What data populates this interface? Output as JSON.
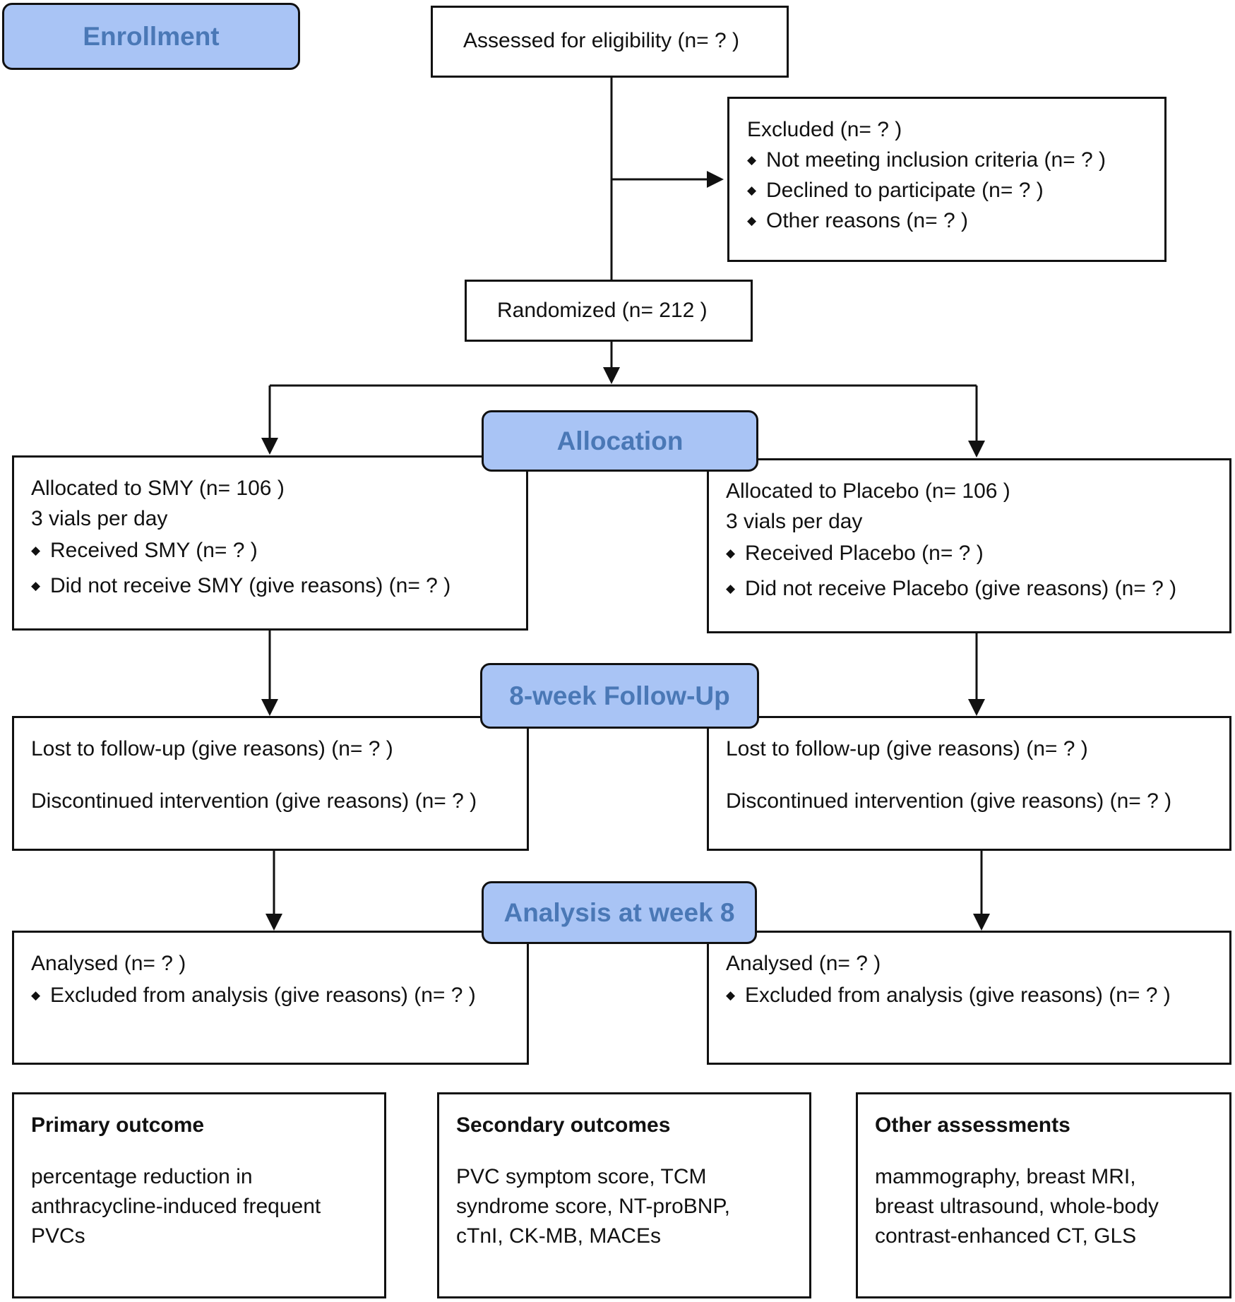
{
  "stages": {
    "enrollment": "Enrollment",
    "allocation": "Allocation",
    "followup": "8-week Follow-Up",
    "analysis": "Analysis at week 8"
  },
  "assessed": "Assessed for eligibility (n= ? )",
  "excluded": {
    "title": "Excluded (n= ? )",
    "items": [
      "Not meeting inclusion criteria (n= ? )",
      "Declined to participate (n= ? )",
      "Other reasons (n= ? )"
    ]
  },
  "randomized": "Randomized (n= 212 )",
  "bullet": "◆",
  "smy": {
    "allocated": "Allocated to SMY (n= 106 )",
    "dose": "3 vials per day",
    "received": "Received SMY (n= ? )",
    "not_received": "Did not receive SMY (give reasons) (n= ? )",
    "lost": "Lost to follow-up (give reasons) (n= ? )",
    "discontinued": "Discontinued intervention (give reasons) (n= ? )",
    "analysed": "Analysed  (n= ? )",
    "excluded_analysis": "Excluded from analysis (give reasons) (n= ? )"
  },
  "placebo": {
    "allocated": "Allocated to Placebo (n= 106 )",
    "dose": "3 vials per day",
    "received": "Received Placebo (n= ? )",
    "not_received": "Did not receive Placebo (give reasons) (n= ? )",
    "lost": "Lost to follow-up (give reasons) (n= ? )",
    "discontinued": "Discontinued intervention (give reasons) (n= ? )",
    "analysed": "Analysed  (n= ? )",
    "excluded_analysis": "Excluded from analysis (give reasons) (n= ? )"
  },
  "outcomes": {
    "primary": {
      "title": "Primary outcome",
      "lines": [
        "percentage reduction in",
        "anthracycline-induced frequent",
        "PVCs"
      ]
    },
    "secondary": {
      "title": "Secondary outcomes",
      "lines": [
        "PVC symptom score, TCM",
        "syndrome score, NT-proBNP,",
        "cTnI, CK-MB, MACEs"
      ]
    },
    "other": {
      "title": "Other assessments",
      "lines": [
        "mammography, breast MRI,",
        "breast ultrasound, whole-body",
        "contrast-enhanced CT, GLS"
      ]
    }
  }
}
